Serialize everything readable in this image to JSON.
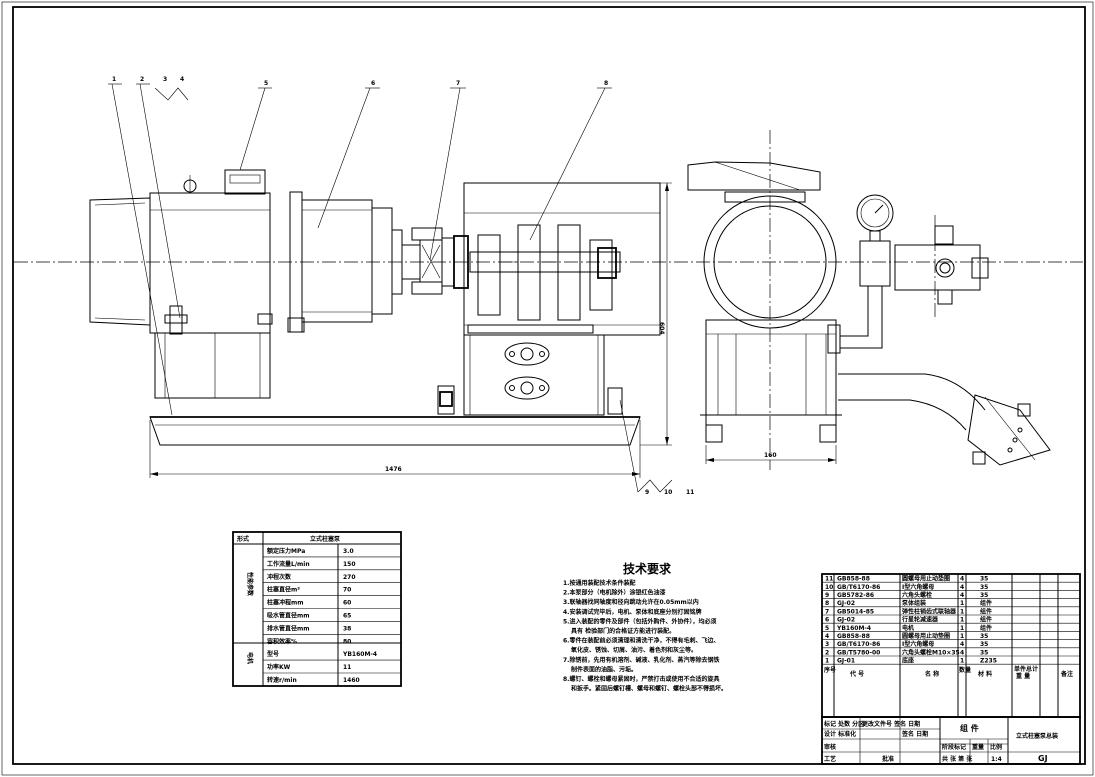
{
  "callouts": [
    "1",
    "2",
    "3",
    "4",
    "5",
    "6",
    "7",
    "8",
    "9",
    "10",
    "11"
  ],
  "dimensions": {
    "length": "1476",
    "height": "604",
    "width": "160"
  },
  "spec_table": {
    "header_left": "形式",
    "header_right": "立式柱塞泵",
    "group_perf": "性能参数",
    "group_motor": "电机",
    "rows": [
      {
        "label": "额定压力MPa",
        "value": "3.0"
      },
      {
        "label": "工作流量L/min",
        "value": "150"
      },
      {
        "label": "冲程次数",
        "value": "270"
      },
      {
        "label": "柱塞直径m³",
        "value": "70"
      },
      {
        "label": "柱塞冲程mm",
        "value": "60"
      },
      {
        "label": "吸水管直径mm",
        "value": "65"
      },
      {
        "label": "排水管直径mm",
        "value": "38"
      },
      {
        "label": "容积效率%",
        "value": "80"
      },
      {
        "label": "型号",
        "value": "YB160M-4"
      },
      {
        "label": "功率KW",
        "value": "11"
      },
      {
        "label": "转速r/min",
        "value": "1460"
      }
    ]
  },
  "tech_req": {
    "title": "技术要求",
    "lines": [
      "1.按通用装配技术条件装配",
      "2.本泵部分（电机除外）涂银红色油漆",
      "3.联轴器找同轴度和径向跳动允许在0.05mm以内",
      "4.安装调试完毕后，电机、泵体和底座分别打固铭牌",
      "5.进入装配的零件及部件（包括外购件、外协件），均必须",
      "具有      检验部门的合格证方能进行装配。",
      "6.零件在装配前必须清理和清洗干净，不得有毛刺、飞边、",
      "氧化皮、锈蚀、切屑、油污、着色剂和灰尘等。",
      "7.除锈前，先用有机溶剂、碱液、乳化剂、蒸汽等除去钢铁",
      "制件表面的油脂、污垢。",
      "8.螺钉、螺栓和螺母紧固时，严禁打击或使用不合适的旋具",
      "和扳手。紧固后螺钉槽、螺母和螺钉、螺栓头部不得损坏。"
    ]
  },
  "bom": {
    "rows": [
      {
        "no": "11",
        "code": "GB858-88",
        "name": "圆螺母用止动垫圈",
        "qty": "4",
        "mat": "35",
        "note": ""
      },
      {
        "no": "10",
        "code": "GB/T6170-86",
        "name": "I型六角螺母",
        "qty": "4",
        "mat": "35",
        "note": ""
      },
      {
        "no": "9",
        "code": "GB5782-86",
        "name": "六角头螺栓",
        "qty": "4",
        "mat": "35",
        "note": ""
      },
      {
        "no": "8",
        "code": "GJ-02",
        "name": "泵体组装",
        "qty": "1",
        "mat": "组件",
        "note": ""
      },
      {
        "no": "7",
        "code": "GB5014-85",
        "name": "弹性柱销齿式联轴器",
        "qty": "1",
        "mat": "组件",
        "note": ""
      },
      {
        "no": "6",
        "code": "GJ-02",
        "name": "行星轮减速器",
        "qty": "1",
        "mat": "组件",
        "note": ""
      },
      {
        "no": "5",
        "code": "YB160M-4",
        "name": "电机",
        "qty": "1",
        "mat": "组件",
        "note": ""
      },
      {
        "no": "4",
        "code": "GB858-88",
        "name": "圆螺母用止动垫圈",
        "qty": "1",
        "mat": "35",
        "note": ""
      },
      {
        "no": "3",
        "code": "GB/T6170-86",
        "name": "I型六角螺母",
        "qty": "4",
        "mat": "35",
        "note": ""
      },
      {
        "no": "2",
        "code": "GB/T5780-00",
        "name": "六角头螺栓M10×35",
        "qty": "4",
        "mat": "35",
        "note": ""
      },
      {
        "no": "1",
        "code": "GJ-01",
        "name": "底座",
        "qty": "1",
        "mat": "Z235",
        "note": ""
      }
    ],
    "header": {
      "no": "序号",
      "code": "代  号",
      "name": "名  称",
      "qty": "数量",
      "mat": "材  料",
      "weight": "单件总计",
      "weight2": "重  量",
      "note": "备注"
    }
  },
  "title_block": {
    "assembly": "组  件",
    "drawing_name": "立式柱塞泵总装",
    "code": "GJ",
    "scale": "1:4",
    "row1": "标记 处数 分区",
    "row1b": "更改文件号 签名 日期",
    "row2": "设计 标准化",
    "row2b": "签名 日期",
    "stage": "阶段标记",
    "weight": "重量",
    "scale_label": "比例",
    "review": "审核",
    "process": "工艺",
    "approve": "批准",
    "sheets": "共  张  第  张"
  }
}
